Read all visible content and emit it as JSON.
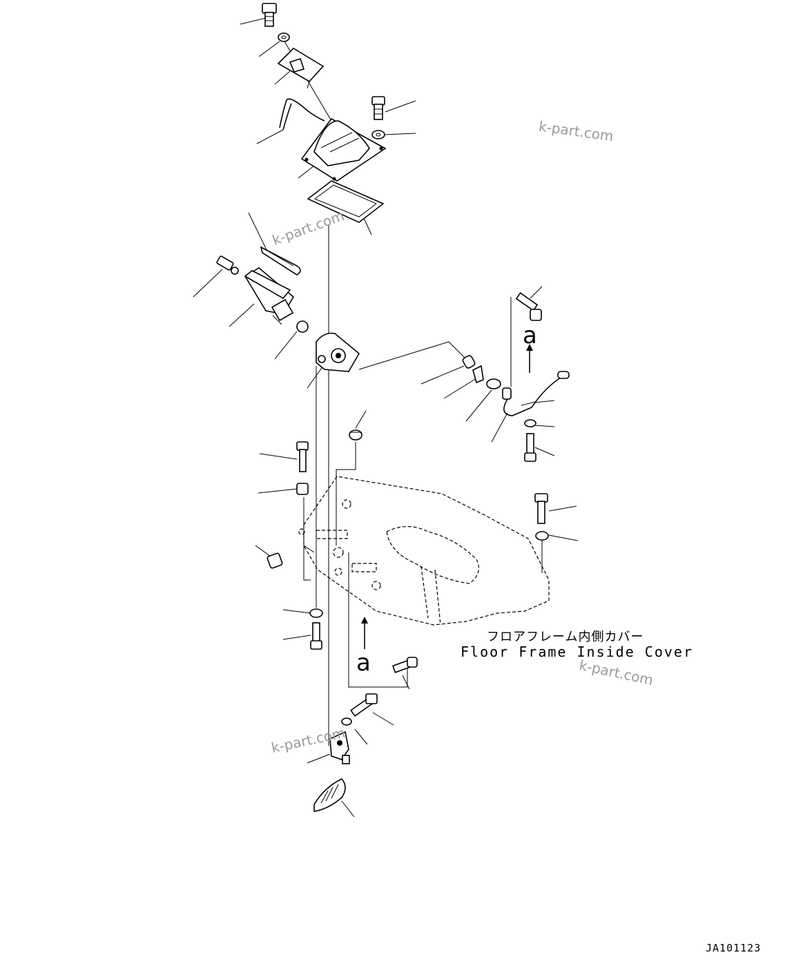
{
  "diagram": {
    "caption_jp": "フロアフレーム内側カバー",
    "caption_en": "Floor Frame Inside Cover",
    "ref_mark_top": "a",
    "ref_mark_bottom": "a",
    "drawing_number": "JA101123",
    "watermarks": [
      "k-part.com",
      "k-part.com",
      "k-part.com",
      "k-part.com"
    ]
  }
}
